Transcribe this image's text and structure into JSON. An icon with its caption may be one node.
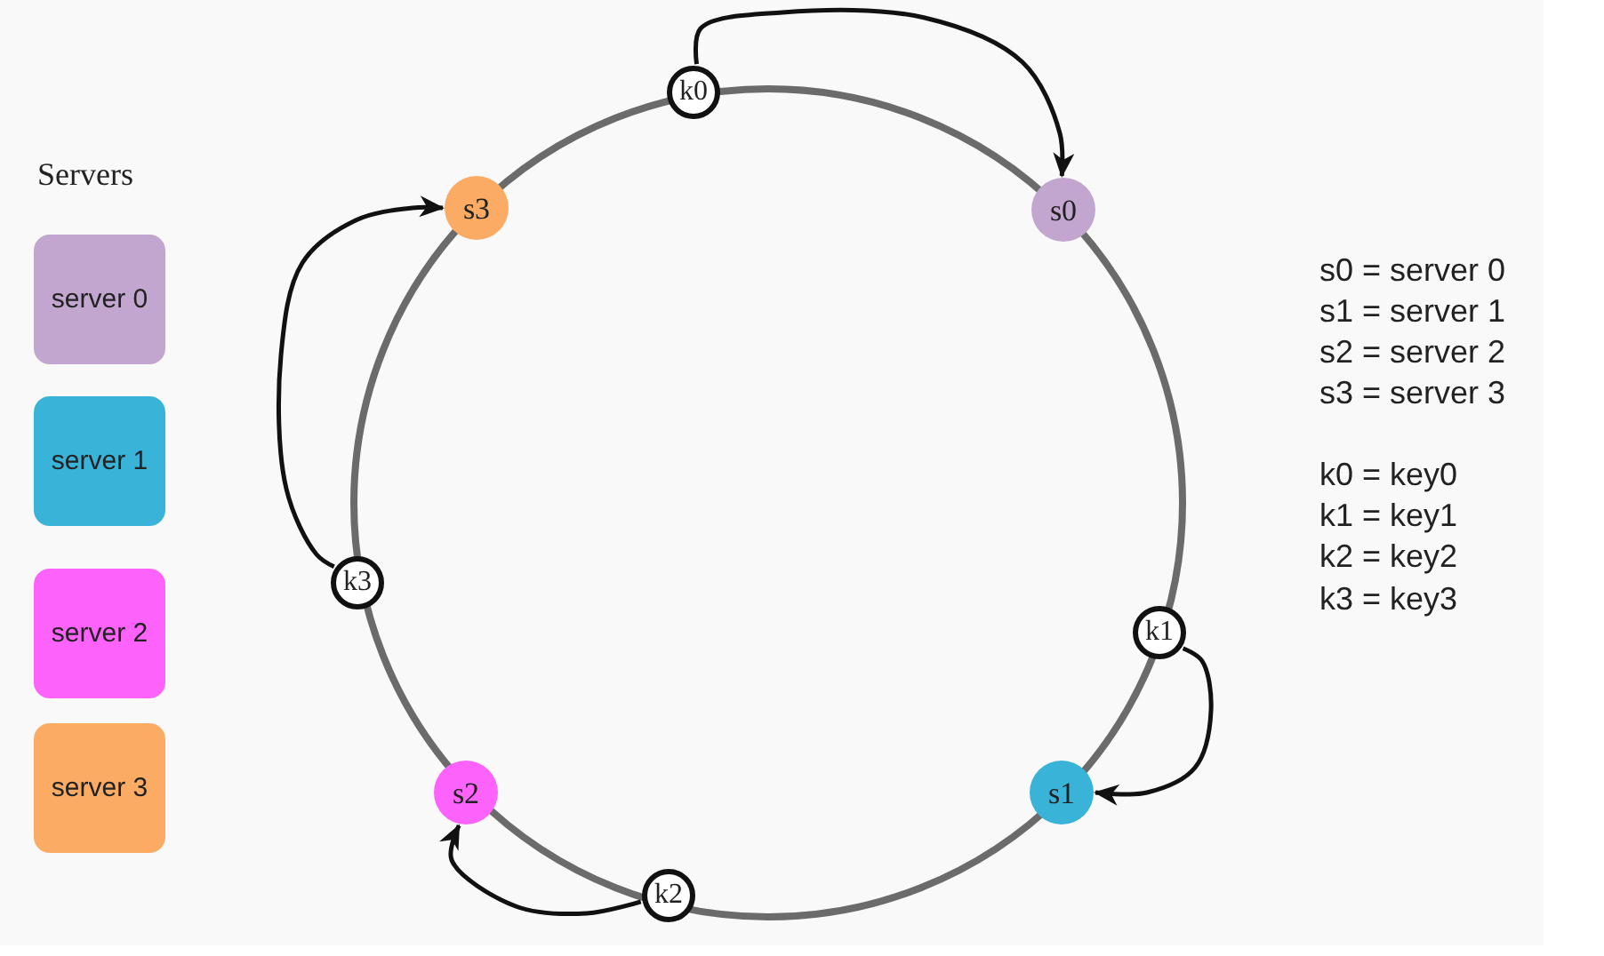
{
  "diagram": {
    "nodes": [
      {
        "text": [
          "k0"
        ]
      },
      {
        "text": [
          "s3"
        ]
      },
      {
        "text": [
          "s0"
        ]
      },
      {
        "text": [
          "k3"
        ]
      },
      {
        "text": [
          "k1"
        ]
      },
      {
        "text": [
          "s2"
        ]
      },
      {
        "text": [
          "s1"
        ]
      },
      {
        "text": [
          "k2"
        ]
      }
    ],
    "edges": [
      {
        "from": 0,
        "to": 2,
        "arrow": "to"
      },
      {
        "from": 4,
        "to": 6,
        "arrow": "to"
      },
      {
        "from": 7,
        "to": 5,
        "arrow": "to"
      },
      {
        "from": 3,
        "to": 1,
        "arrow": "to"
      }
    ],
    "labels": [
      "Servers",
      "s0 = server 0",
      "s1 = server 1",
      "s2 = server 2",
      "s3 = server 3",
      "k0 = key0",
      "k1 = key1",
      "k2 = key2",
      "k3 = key3"
    ],
    "legend": [
      {
        "text": "server 0",
        "color": "#c2a6cf"
      },
      {
        "text": "server 1",
        "color": "#3ab3d8"
      },
      {
        "text": "server 2",
        "color": "#fd62fb"
      },
      {
        "text": "server 3",
        "color": "#fbab63"
      }
    ]
  }
}
